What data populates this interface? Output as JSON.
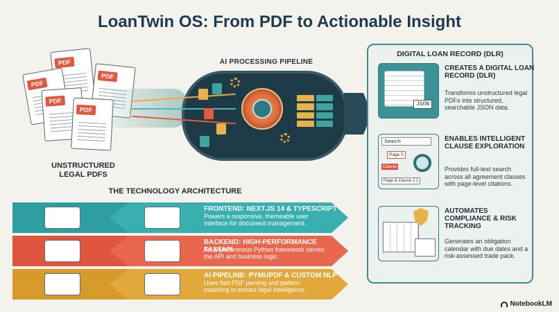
{
  "title": "LoanTwin OS: From PDF to Actionable Insight",
  "source": {
    "label": "UNSTRUCTURED LEGAL PDFs",
    "pdf_tag": "PDF"
  },
  "pipeline": {
    "label": "AI PROCESSING PIPELINE"
  },
  "dlr": {
    "heading": "DIGITAL LOAN RECORD (DLR)",
    "items": [
      {
        "title": "CREATES A DIGITAL LOAN RECORD (DLR)",
        "desc": "Transforms unstructured legal PDFs into structured, searchable JSON data.",
        "icon_text": "JSON"
      },
      {
        "title": "ENABLES INTELLIGENT CLAUSE EXPLORATION",
        "desc": "Provides full-text search across all agreement clauses with page-level citations.",
        "icon_text": "Search",
        "icon_tag_1": "Page 5",
        "icon_tag_2": "Clause",
        "icon_tag_3": "Page & Clause 2.1"
      },
      {
        "title": "AUTOMATES COMPLIANCE & RISK TRACKING",
        "desc": "Generates an obligation calendar with due dates and a risk-assessed trade pack."
      }
    ]
  },
  "architecture": {
    "heading": "THE TECHNOLOGY ARCHITECTURE",
    "rows": [
      {
        "title": "FRONTEND: NEXT.JS 14 & TYPESCRIPT",
        "desc": "Powers a responsive, themeable user interface for document management.",
        "color": "#2f9ea0",
        "seg_color": "#3cb2b2"
      },
      {
        "title": "BACKEND: HIGH-PERFORMANCE FASTAPI",
        "desc": "An asynchronous Python framework serves the API and business logic.",
        "color": "#e0553e",
        "seg_color": "#ea6a52"
      },
      {
        "title": "AI PIPELINE: PYMUPDF & CUSTOM NLP",
        "desc": "Uses fast PDF parsing and pattern matching to extract legal intelligence.",
        "color": "#d69a2c",
        "seg_color": "#e3ac40"
      }
    ]
  },
  "badge": "NotebookLM",
  "colors": {
    "teal": "#3c9397",
    "orange": "#e0553e",
    "gold": "#d69a2c",
    "navy": "#1e3a52"
  }
}
